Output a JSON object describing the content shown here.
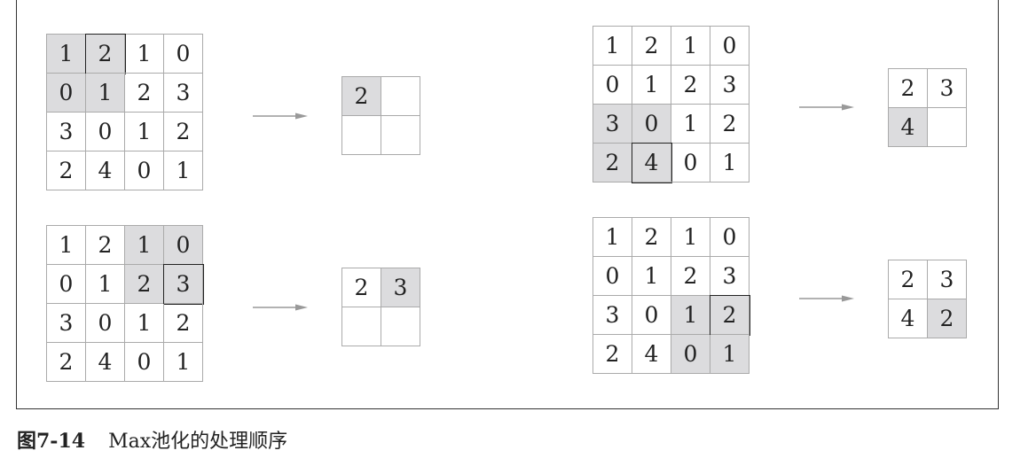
{
  "input_matrix": [
    [
      1,
      2,
      1,
      0
    ],
    [
      0,
      1,
      2,
      3
    ],
    [
      3,
      0,
      1,
      2
    ],
    [
      2,
      4,
      0,
      1
    ]
  ],
  "steps": [
    {
      "window_row": 0,
      "window_col": 0,
      "max_cell": [
        0,
        1
      ],
      "output": [
        "2",
        "",
        "",
        ""
      ],
      "output_highlight": 0
    },
    {
      "window_row": 0,
      "window_col": 2,
      "max_cell": [
        1,
        3
      ],
      "output": [
        "2",
        "3",
        "",
        ""
      ],
      "output_highlight": 1
    },
    {
      "window_row": 2,
      "window_col": 0,
      "max_cell": [
        3,
        1
      ],
      "output": [
        "2",
        "3",
        "4",
        ""
      ],
      "output_highlight": 2
    },
    {
      "window_row": 2,
      "window_col": 2,
      "max_cell": [
        2,
        3
      ],
      "output": [
        "2",
        "3",
        "4",
        "2"
      ],
      "output_highlight": 3
    }
  ],
  "caption": {
    "number": "图7-14",
    "title": "Max池化的处理顺序"
  },
  "colors": {
    "highlight": "#dcdcde",
    "grid": "#aaaaaa",
    "arrow": "#999999"
  }
}
